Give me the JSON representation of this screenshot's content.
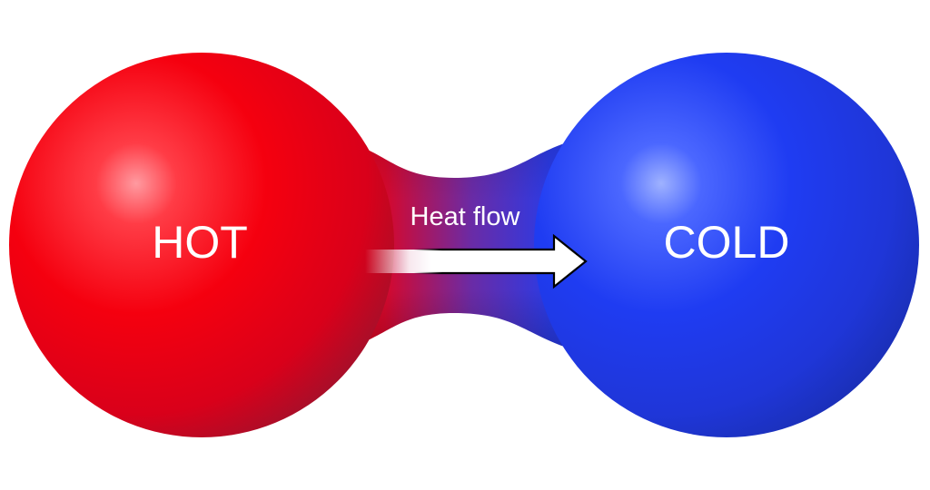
{
  "labels": {
    "hot": "HOT",
    "cold": "COLD",
    "flow": "Heat flow"
  },
  "colors": {
    "hot": "#f5000f",
    "hot_dark": "#a3102b",
    "cold": "#1f3cf2",
    "cold_dark": "#1a2fb5",
    "bridge_mid": "#6a2ba6",
    "label": "#ffffff",
    "background": "#ffffff",
    "arrow_stroke": "#000000"
  }
}
